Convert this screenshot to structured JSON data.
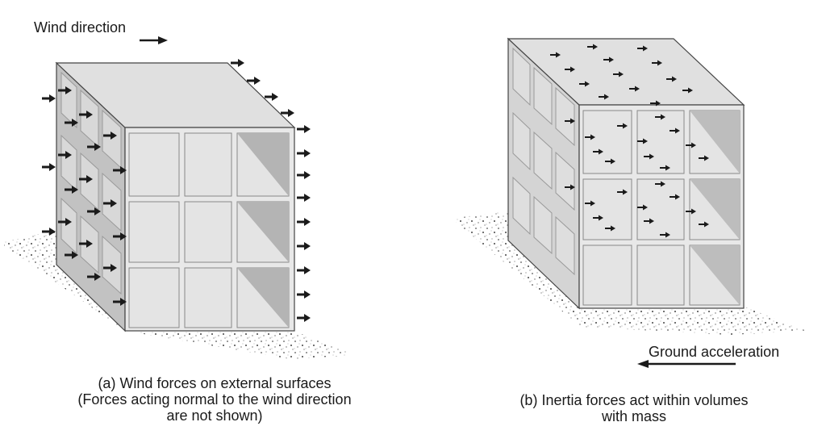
{
  "panel_a": {
    "annotation": "Wind direction",
    "caption": [
      "(a) Wind forces on external surfaces",
      "(Forces acting normal to the wind direction",
      "are not shown)"
    ]
  },
  "panel_b": {
    "annotation": "Ground acceleration",
    "caption": [
      "(b) Inertia forces act within volumes",
      "with mass"
    ]
  }
}
